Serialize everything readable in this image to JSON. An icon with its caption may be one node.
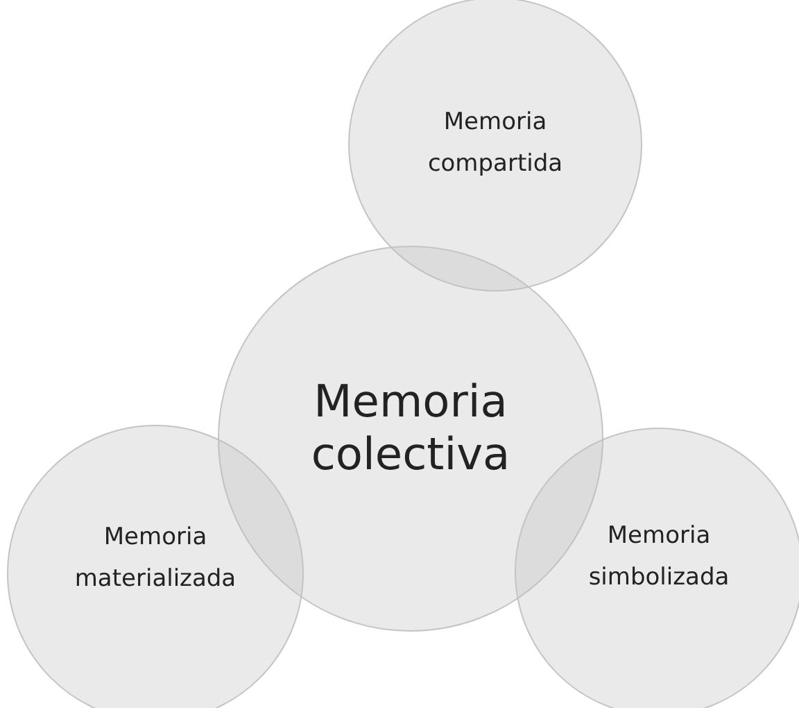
{
  "diagram": {
    "nodes": [
      {
        "text": [
          "Memoria compartida"
        ]
      },
      {
        "text": [
          "Memoria colectiva"
        ]
      },
      {
        "text": [
          "Memoria materializada"
        ]
      },
      {
        "text": [
          "Memoria simbolizada"
        ]
      }
    ]
  }
}
